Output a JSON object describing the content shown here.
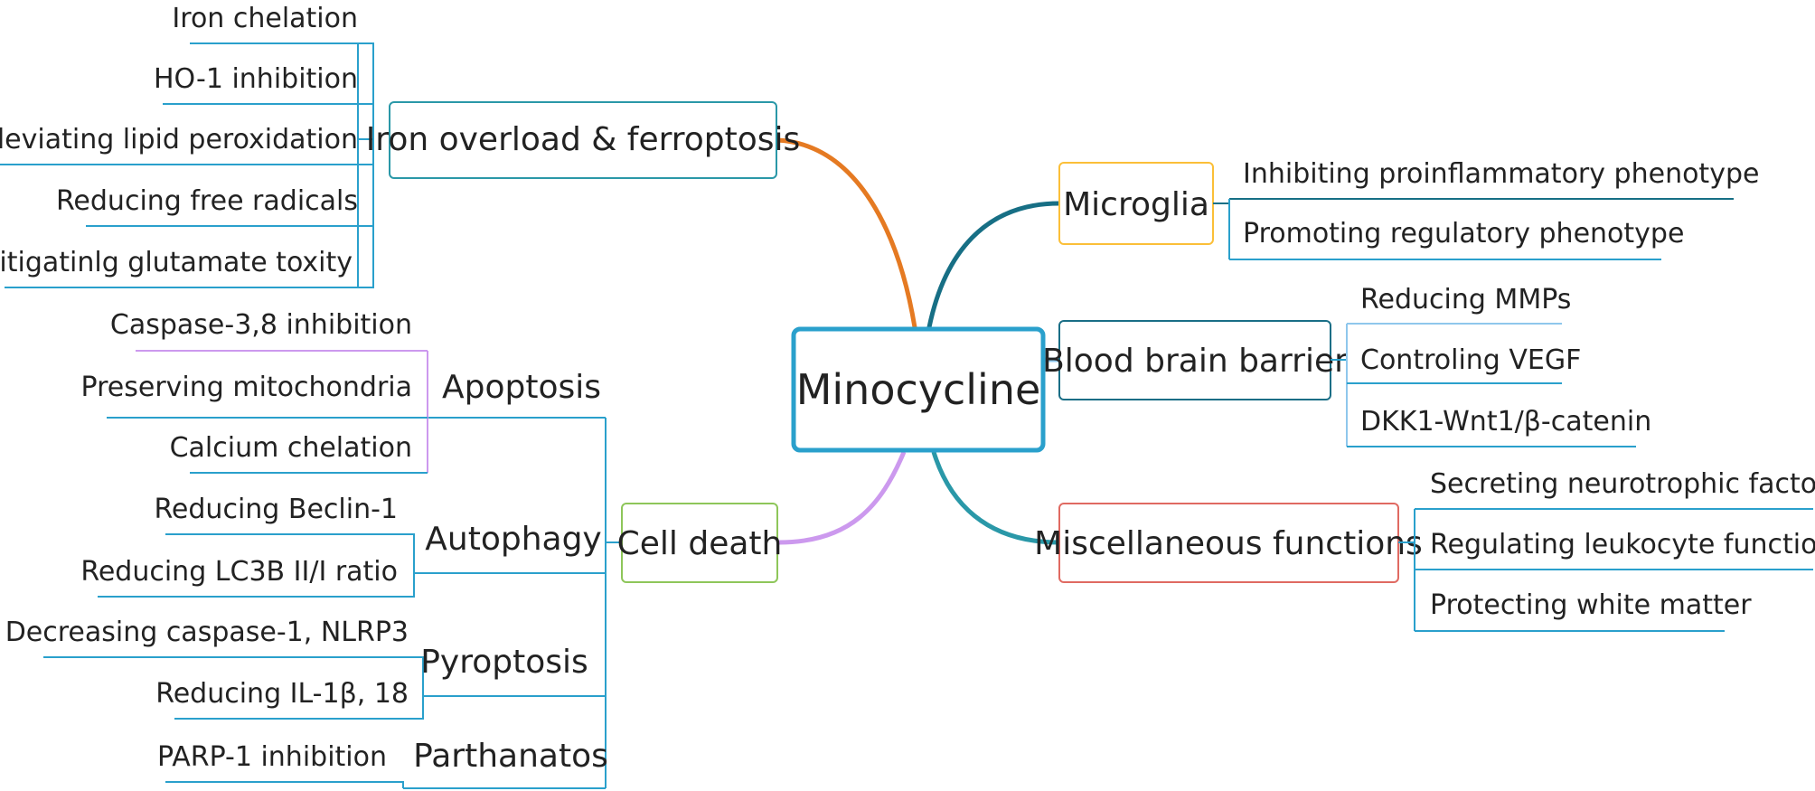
{
  "center": {
    "label": "Minocycline"
  },
  "branches": {
    "iron": {
      "label": "Iron overload & ferroptosis",
      "color": "#e57a22",
      "leaves": [
        "Iron chelation",
        "HO-1 inhibition",
        "Alleviating lipid peroxidation",
        "Reducing free radicals",
        "Mitigatinlg glutamate toxity"
      ]
    },
    "cell": {
      "label": "Cell death",
      "color": "#cc99ee",
      "groups": [
        {
          "label": "Apoptosis",
          "leaves": [
            "Caspase-3,8 inhibition",
            "Preserving mitochondria",
            "Calcium chelation"
          ]
        },
        {
          "label": "Autophagy",
          "leaves": [
            "Reducing Beclin-1",
            "Reducing LC3B II/I ratio"
          ]
        },
        {
          "label": "Pyroptosis",
          "leaves": [
            "Decreasing caspase-1, NLRP3",
            "Reducing IL-1β, 18"
          ]
        },
        {
          "label": "Parthanatos",
          "leaves": [
            "PARP-1 inhibition"
          ]
        }
      ]
    },
    "microglia": {
      "label": "Microglia",
      "color": "#fbbf38",
      "leaves": [
        "Inhibiting proinflammatory  phenotype",
        "Promoting regulatory phenotype"
      ]
    },
    "bbb": {
      "label": "Blood brain barrier",
      "color": "#1a6e86",
      "leaves": [
        "Reducing MMPs",
        "Controling VEGF",
        "DKK1-Wnt1/β-catenin"
      ]
    },
    "misc": {
      "label": "Miscellaneous functions",
      "color": "#e06a62",
      "leaves": [
        "Secreting neurotrophic factors",
        "Regulating leukocyte functions",
        "Protecting white matter"
      ]
    }
  }
}
